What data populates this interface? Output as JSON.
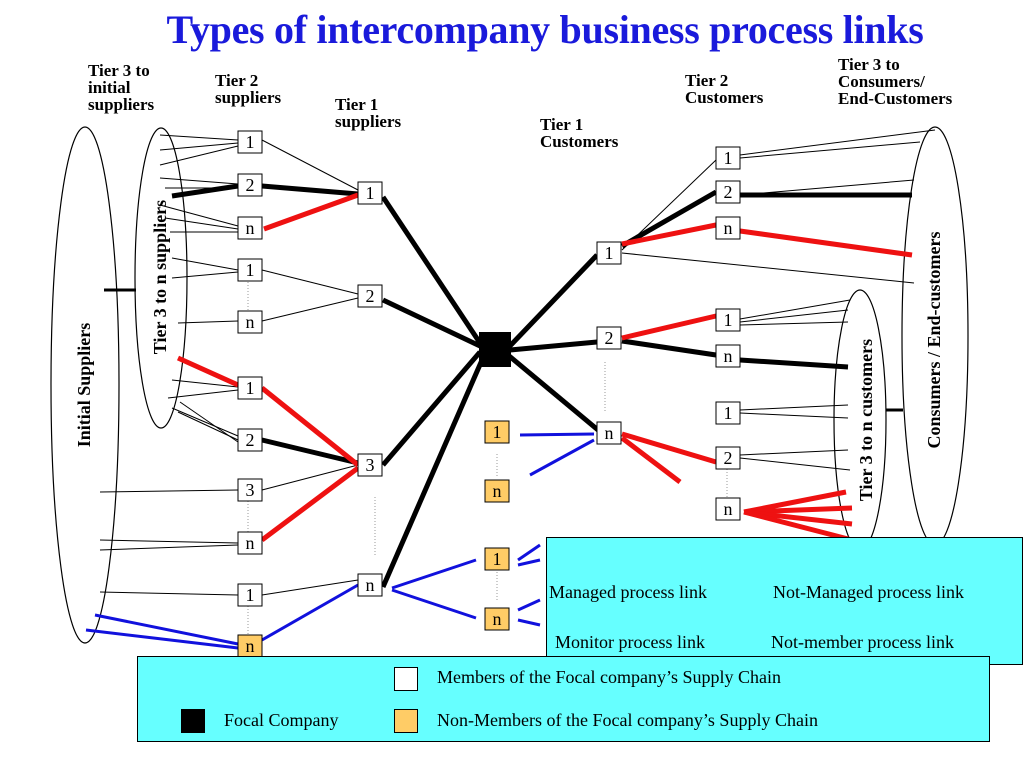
{
  "title": "Types of intercompany business process links",
  "headers": {
    "tier3_initial": "Tier 3 to\ninitial\nsuppliers",
    "tier2_suppliers": "Tier 2\nsuppliers",
    "tier1_suppliers": "Tier  1\nsuppliers",
    "tier1_customers": "Tier 1\nCustomers",
    "tier2_customers": "Tier 2\nCustomers",
    "tier3_consumers": "Tier 3 to\nConsumers/\nEnd-Customers"
  },
  "ellipse_labels": {
    "initial_suppliers": "Initial Suppliers",
    "tier3_to_n_suppliers": "Tier 3 to n suppliers",
    "tier3_to_n_customers": "Tier 3 to n customers",
    "consumers": "Consumers / End-customers"
  },
  "legend": {
    "managed": "Managed process link",
    "not_managed": "Not-Managed process link",
    "monitor": "Monitor process link",
    "not_member": "Not-member process link",
    "members": "Members of the Focal company’s Supply Chain",
    "focal": "Focal Company",
    "non_members": "Non-Members of the Focal company’s Supply Chain"
  },
  "colors": {
    "managed": "#000000",
    "monitor": "#ee1111",
    "not_member": "#1111dd",
    "member_fill": "#ffffff",
    "non_member_fill": "#ffcc66",
    "legend_bg": "#66ffff",
    "title": "#1a1adb"
  },
  "nodes": [
    {
      "id": "s2a1",
      "label": "1"
    },
    {
      "id": "s2a2",
      "label": "2"
    },
    {
      "id": "s2an",
      "label": "n"
    },
    {
      "id": "s2b1",
      "label": "1"
    },
    {
      "id": "s2bn",
      "label": "n"
    },
    {
      "id": "s2c1",
      "label": "1"
    },
    {
      "id": "s2c2",
      "label": "2"
    },
    {
      "id": "s2c3",
      "label": "3"
    },
    {
      "id": "s2cn",
      "label": "n"
    },
    {
      "id": "s2d1",
      "label": "1"
    },
    {
      "id": "s2dn",
      "label": "n",
      "non_member": true
    },
    {
      "id": "s1_1",
      "label": "1"
    },
    {
      "id": "s1_2",
      "label": "2"
    },
    {
      "id": "s1_3",
      "label": "3"
    },
    {
      "id": "s1_n",
      "label": "n"
    },
    {
      "id": "c1_1",
      "label": "1"
    },
    {
      "id": "c1_2",
      "label": "2"
    },
    {
      "id": "c1_n",
      "label": "n"
    },
    {
      "id": "o1",
      "label": "1",
      "non_member": true
    },
    {
      "id": "on",
      "label": "n",
      "non_member": true
    },
    {
      "id": "o3",
      "label": "1",
      "non_member": true
    },
    {
      "id": "o4",
      "label": "n",
      "non_member": true
    },
    {
      "id": "c2a1",
      "label": "1"
    },
    {
      "id": "c2a2",
      "label": "2"
    },
    {
      "id": "c2an",
      "label": "n"
    },
    {
      "id": "c2b1",
      "label": "1"
    },
    {
      "id": "c2bn",
      "label": "n"
    },
    {
      "id": "c2c1",
      "label": "1"
    },
    {
      "id": "c2c2",
      "label": "2"
    },
    {
      "id": "c2cn",
      "label": "n"
    }
  ]
}
